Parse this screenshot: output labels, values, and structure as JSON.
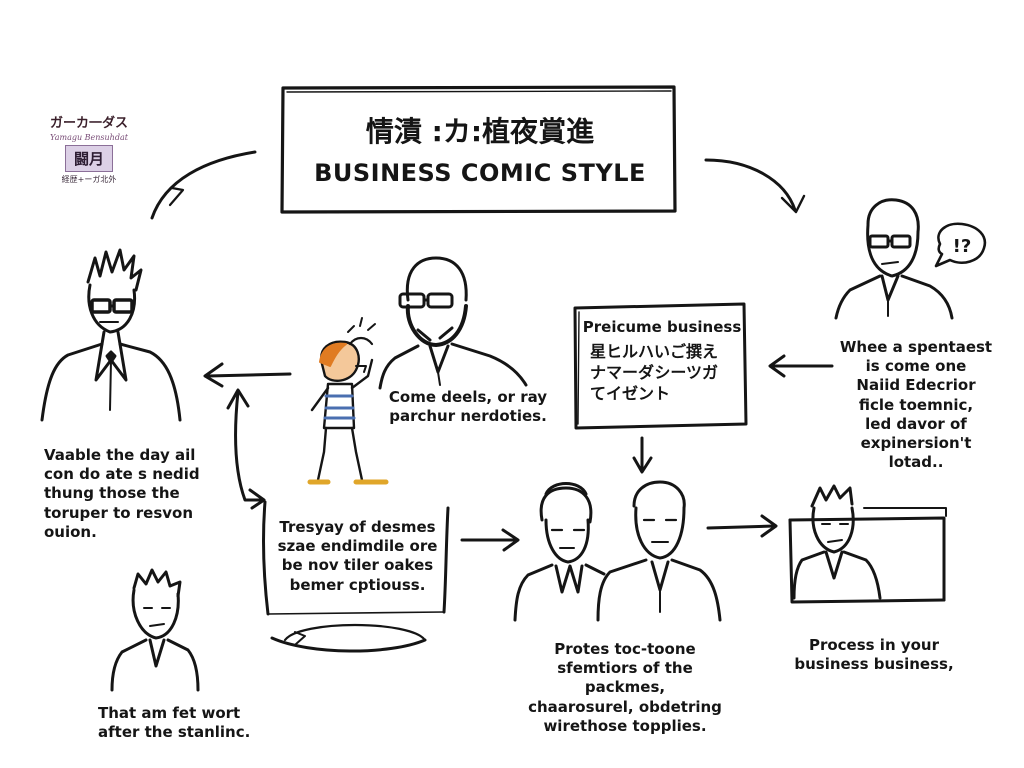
{
  "logo": {
    "line1": "ガーカ一ダス",
    "line2": "Yamagu Bensuhdat",
    "line3": "闘月",
    "line4": "経歴+ーガ北外"
  },
  "title": {
    "line1": "情漬 :カ:植夜賞進",
    "line2": "BUSINESS COMIC STYLE"
  },
  "texts": {
    "left_mid": "Vaable the day ail\ncon do ate s nedid\nthung those the\ntoruper to resvon\nouion.",
    "bottom_left": "That am fet wort\nafter the stanlinc.",
    "center_speech": "Come deels, or ray\nparchur nerdoties.",
    "center_box": "Tresyay of desmes\nszae endimdile ore\nbe nov tiler oakes\nbemer cptiouss.",
    "right_box_en": "Preicume business",
    "right_box_jp": "星ヒルハいご撰え\nナマーダシーツガ\nてイゼント",
    "right_mid": "Whee a spentaest\nis come one\nNaiid Edecrior\nficle toemnic,\nled davor of\nexpinersion't\nlotad..",
    "bottom_center": "Protes toc-toone\nsfemtiors of the packmes,\nchaarosurel, obdetring\nwirethose topplies.",
    "bottom_right": "Process in your\nbusiness business,",
    "exclaim": "!?"
  },
  "colors": {
    "ink": "#151515",
    "hair_orange": "#e07b22",
    "skin": "#f4c89a",
    "shirt_blue": "#4a6fb0",
    "logo_purple": "#dcd0e6"
  }
}
